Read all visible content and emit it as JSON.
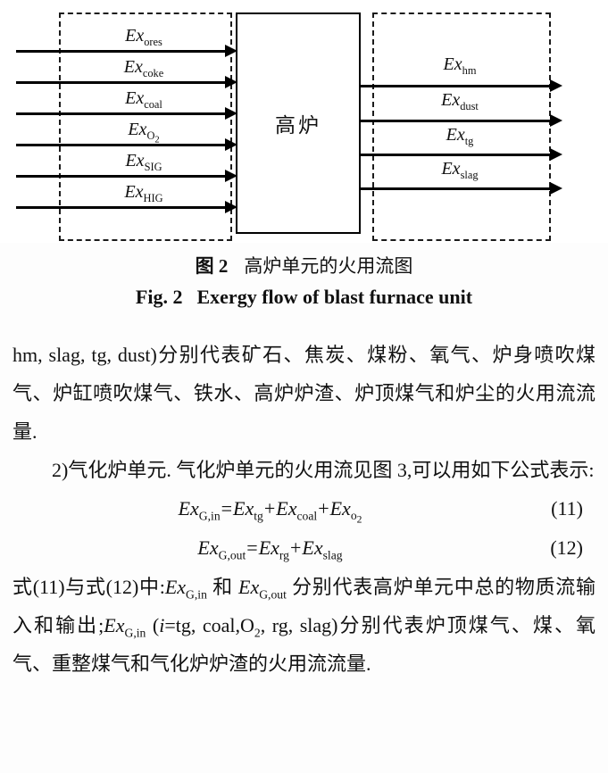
{
  "figure": {
    "box_label": "高炉",
    "inputs": [
      {
        "main": "Ex",
        "sub": "ores"
      },
      {
        "main": "Ex",
        "sub": "coke"
      },
      {
        "main": "Ex",
        "sub": "coal"
      },
      {
        "main": "Ex",
        "sub": "O",
        "subsub": "2"
      },
      {
        "main": "Ex",
        "sub": "SIG"
      },
      {
        "main": "Ex",
        "sub": "HIG"
      }
    ],
    "outputs": [
      {
        "main": "Ex",
        "sub": "hm"
      },
      {
        "main": "Ex",
        "sub": "dust"
      },
      {
        "main": "Ex",
        "sub": "tg"
      },
      {
        "main": "Ex",
        "sub": "slag"
      }
    ]
  },
  "caption": {
    "zh_label": "图 2",
    "zh_text": "高炉单元的火用流图",
    "en_label": "Fig. 2",
    "en_text": "Exergy flow of blast furnace unit"
  },
  "body": {
    "para1": "hm, slag, tg, dust)分别代表矿石、焦炭、煤粉、氧气、炉身喷吹煤气、炉缸喷吹煤气、铁水、高炉炉渣、炉顶煤气和炉尘的火用流流量.",
    "para2": "2)气化炉单元. 气化炉单元的火用流见图 3,可以用如下公式表示:",
    "para3": {
      "s1": "式(11)与式(12)中:",
      "m1_main": "Ex",
      "m1_sub": "G,in",
      "s2": " 和 ",
      "m2_main": "Ex",
      "m2_sub": "G,out",
      "s3": " 分别代表高炉单元中总的物质流输入和输出;",
      "m3_main": "Ex",
      "m3_sub": "G,in",
      "s4a": " (",
      "s4i": "i",
      "s4b": "=tg, coal,O",
      "s4sub": "2",
      "s4c": ", rg, slag)分别代表炉顶煤气、煤、氧气、重整煤气和气化炉炉渣的火用流流量."
    }
  },
  "equations": [
    {
      "number": "(11)",
      "lhs_main": "Ex",
      "lhs_sub": "G,in",
      "equals": "=",
      "t1_main": "Ex",
      "t1_sub": "tg",
      "plus1": "+",
      "t2_main": "Ex",
      "t2_sub": "coal",
      "plus2": "+",
      "t3_main": "Ex",
      "t3_sub": "o",
      "t3_subsub": "2"
    },
    {
      "number": "(12)",
      "lhs_main": "Ex",
      "lhs_sub": "G,out",
      "equals": "=",
      "t1_main": "Ex",
      "t1_sub": "rg",
      "plus1": "+",
      "t2_main": "Ex",
      "t2_sub": "slag"
    }
  ]
}
